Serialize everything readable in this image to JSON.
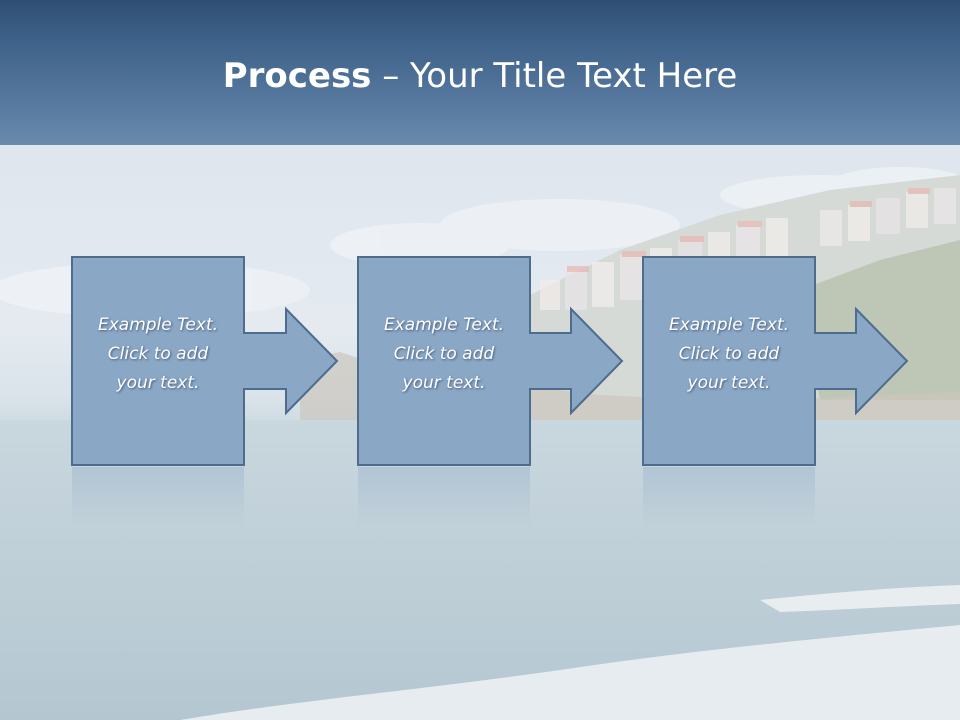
{
  "title": {
    "bold": "Process",
    "rest": " – Your Title Text Here"
  },
  "steps": [
    {
      "lines": [
        "Example Text.",
        "Click  to add",
        "your text."
      ]
    },
    {
      "lines": [
        "Example Text.",
        "Click  to add",
        "your text."
      ]
    },
    {
      "lines": [
        "Example Text.",
        "Click  to add",
        "your text."
      ]
    }
  ],
  "colors": {
    "title_bar": "#3e6189",
    "box_fill": "#8aa7c6",
    "box_border": "#4e6c8e",
    "text": "#ffffff"
  }
}
